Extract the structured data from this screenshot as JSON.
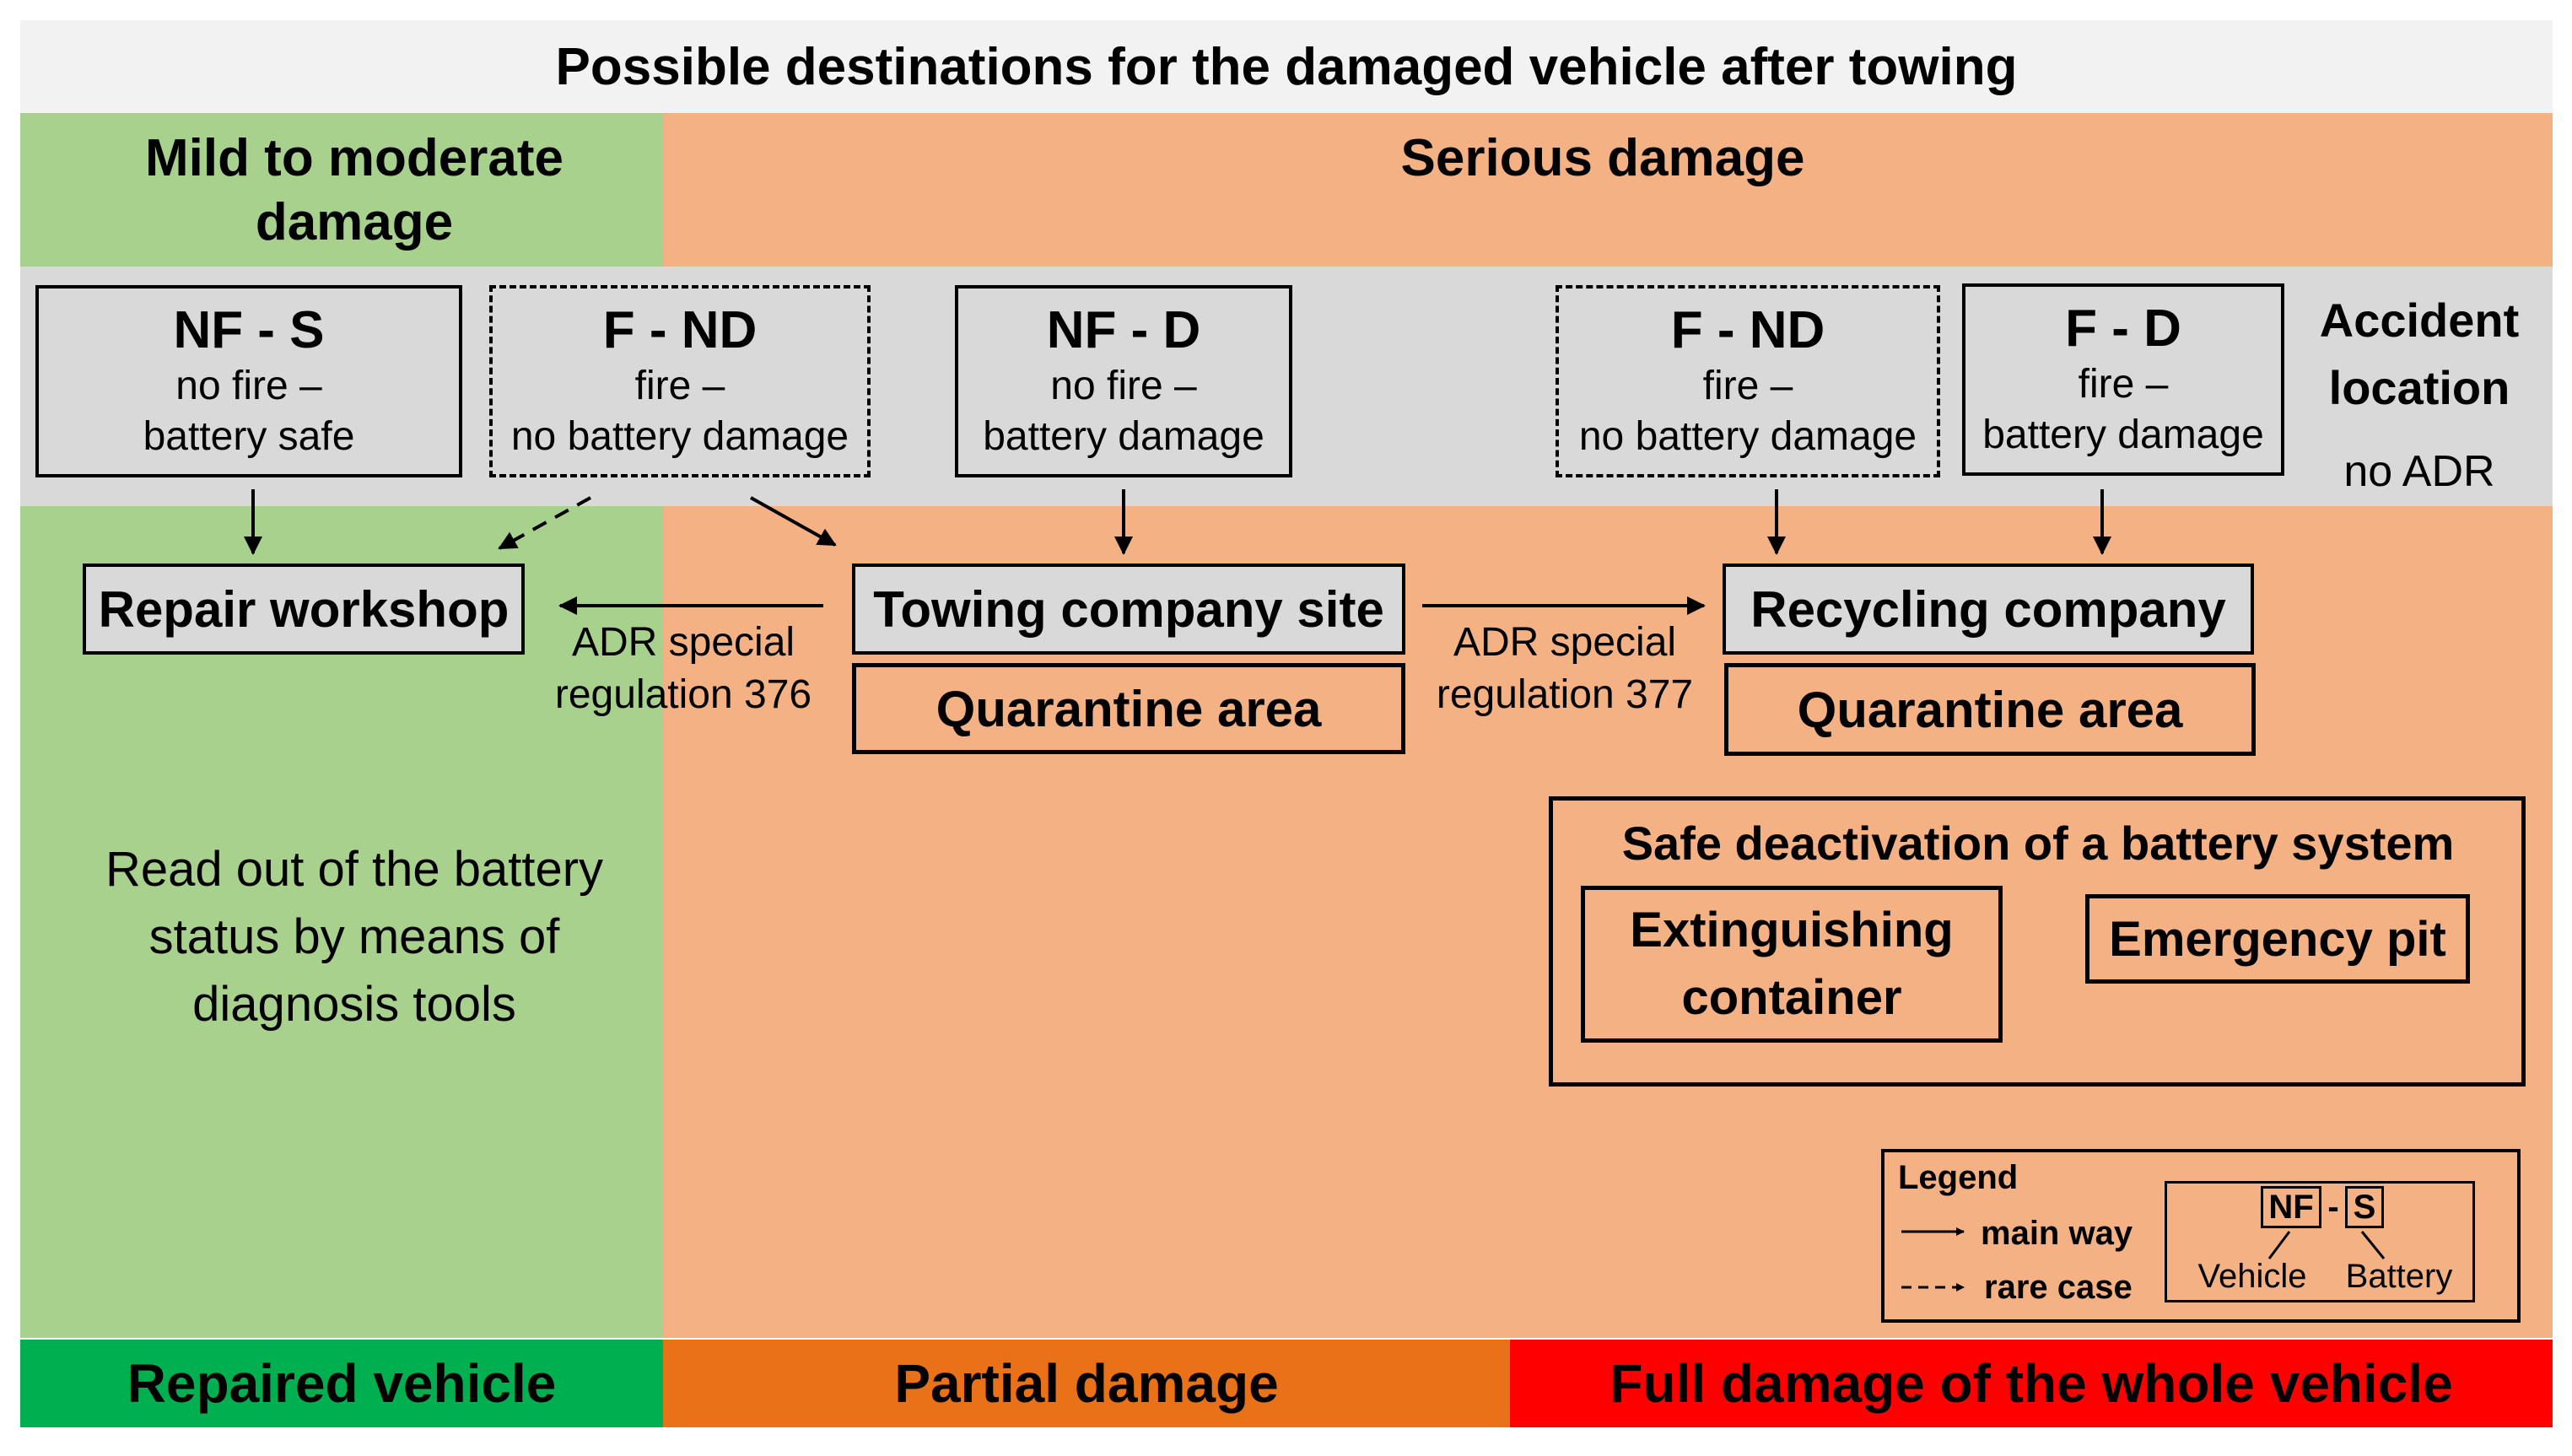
{
  "title": "Possible destinations for  the damaged vehicle after towing",
  "regions": {
    "mild": "Mild to moderate damage",
    "serious": "Serious damage"
  },
  "cases": [
    {
      "code": "NF - S",
      "line1": "no fire –",
      "line2": "battery safe"
    },
    {
      "code": "F - ND",
      "line1": "fire –",
      "line2": "no battery damage"
    },
    {
      "code": "NF - D",
      "line1": "no fire –",
      "line2": "battery damage"
    },
    {
      "code": "F - ND",
      "line1": "fire –",
      "line2": "no battery damage"
    },
    {
      "code": "F - D",
      "line1": "fire –",
      "line2": "battery damage"
    }
  ],
  "accident_location": {
    "label": "Accident location",
    "sub": "no ADR"
  },
  "destinations": {
    "repair": "Repair workshop",
    "towing": "Towing company site",
    "recycling": "Recycling company",
    "quarantine": "Quarantine area"
  },
  "adr": {
    "left_line1": "ADR special",
    "left_line2": "regulation 376",
    "right_line1": "ADR special",
    "right_line2": "regulation 377"
  },
  "readout": "Read out of the battery status by means of diagnosis tools",
  "safe_deactivation": {
    "title": "Safe deactivation of a battery system",
    "container": "Extinguishing container",
    "pit": "Emergency pit"
  },
  "legend": {
    "title": "Legend",
    "main": "main way",
    "rare": "rare case",
    "key_vehicle_code": "NF",
    "key_dash": "-",
    "key_battery_code": "S",
    "vehicle": "Vehicle",
    "battery": "Battery"
  },
  "bottom": {
    "repaired": "Repaired vehicle",
    "partial": "Partial damage",
    "full": "Full damage of the whole vehicle"
  },
  "colors": {
    "mild_region": "#a9d18e",
    "serious_region": "#f4b183",
    "repaired_bar": "#00b050",
    "partial_bar": "#e97117",
    "full_bar": "#ff0000"
  }
}
